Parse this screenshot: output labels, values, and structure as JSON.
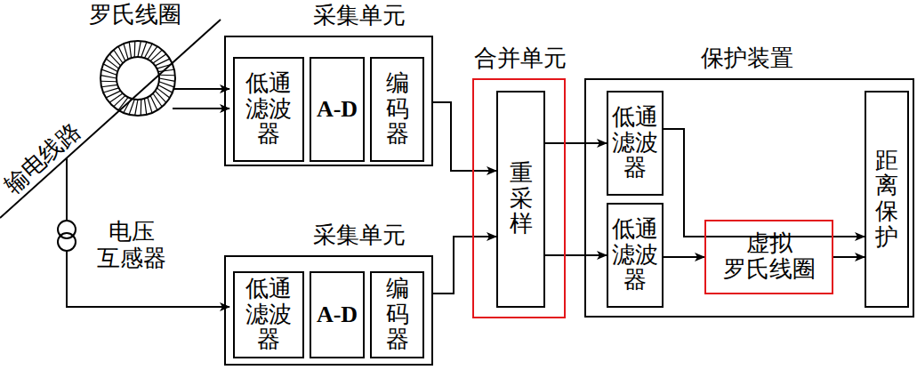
{
  "diagram": {
    "nodes": [
      {
        "text": [
          "采集单元"
        ]
      },
      {
        "text": [
          "低通滤波器"
        ],
        "in": 0
      },
      {
        "text": [
          "A-D"
        ],
        "in": 0
      },
      {
        "text": [
          "编码器"
        ],
        "in": 0
      },
      {
        "text": [
          "采集单元"
        ]
      },
      {
        "text": [
          "低通滤波器"
        ],
        "in": 4
      },
      {
        "text": [
          "A-D"
        ],
        "in": 4
      },
      {
        "text": [
          "编码器"
        ],
        "in": 4
      },
      {
        "text": [
          "合并单元"
        ]
      },
      {
        "text": [
          "重采样"
        ],
        "in": 8
      },
      {
        "text": [
          "保护装置"
        ]
      },
      {
        "text": [
          "低通滤波器"
        ],
        "in": 10
      },
      {
        "text": [
          "低通滤波器"
        ],
        "in": 10
      },
      {
        "text": [
          "虚拟 罗氏线圈"
        ],
        "in": 10
      },
      {
        "text": [
          "距离保护"
        ],
        "in": 10
      }
    ],
    "edges": [
      {
        "from": 0,
        "to": 9,
        "arrow": "to"
      },
      {
        "from": 4,
        "to": 9,
        "arrow": "to"
      },
      {
        "from": 9,
        "to": 11,
        "arrow": "to"
      },
      {
        "from": 9,
        "to": 12,
        "arrow": "to"
      },
      {
        "from": 11,
        "to": 14,
        "arrow": "to"
      },
      {
        "from": 12,
        "to": 13,
        "arrow": "to"
      },
      {
        "from": 13,
        "to": 14,
        "arrow": "to"
      }
    ],
    "labels": [
      "罗氏线圈",
      "输电线路",
      "电压 互感器"
    ]
  }
}
